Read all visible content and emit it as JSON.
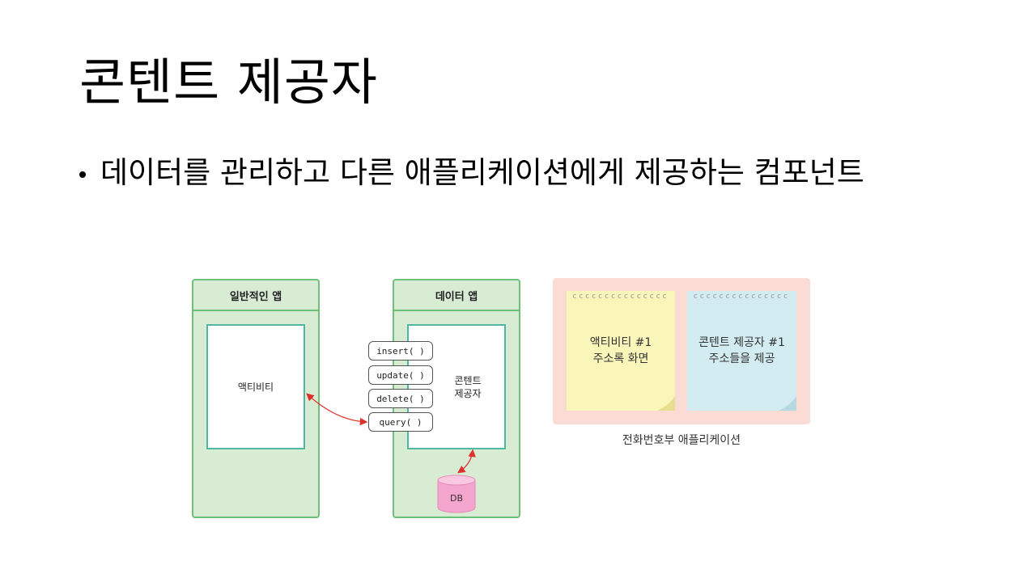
{
  "slide": {
    "title": "콘텐트 제공자",
    "bullet": "데이터를 관리하고 다른 애플리케이션에게 제공하는 컴포넌트"
  },
  "diagram": {
    "general_app": {
      "header": "일반적인 앱",
      "activity": "액티비티"
    },
    "data_app": {
      "header": "데이터 앱",
      "provider_line1": "콘텐트",
      "provider_line2": "제공자",
      "methods": [
        "insert( )",
        "update( )",
        "delete( )",
        "query( )"
      ],
      "db_label": "DB"
    },
    "phonebook": {
      "note1_line1": "액티비티 #1",
      "note1_line2": "주소록 화면",
      "note2_line1": "콘텐트 제공자 #1",
      "note2_line2": "주소들을 제공",
      "caption": "전화번호부 애플리케이션"
    },
    "colors": {
      "app_fill": "#d8ecd4",
      "app_border": "#6cc07a",
      "inner_border": "#4fb7a3",
      "arrow": "#e0302a",
      "db_pink": "#f4a6cf",
      "panel_bg": "#fadcd5",
      "note_yellow": "#faf5b8",
      "note_blue": "#d2ecf1"
    }
  }
}
